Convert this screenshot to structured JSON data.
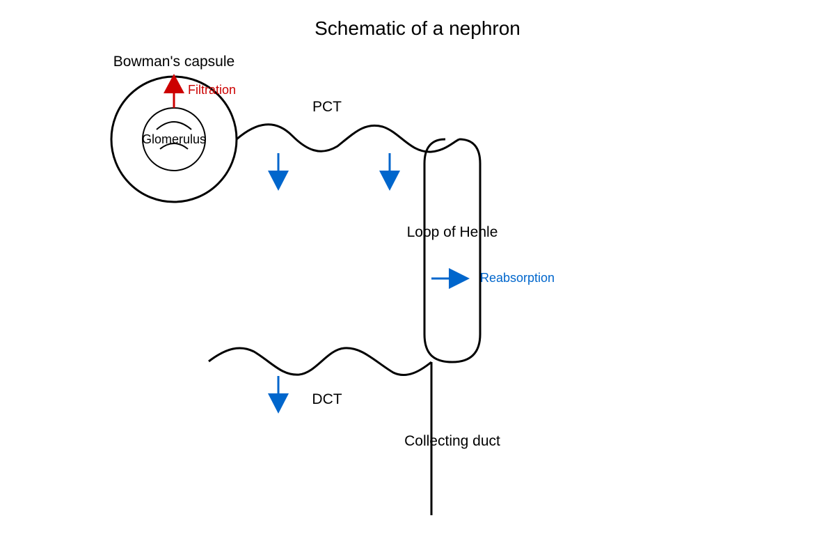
{
  "title": "Schematic of a nephron",
  "labels": {
    "bowmans_capsule": "Bowman's capsule",
    "glomerulus": "Glomerulus",
    "filtration": "Filtration",
    "pct": "PCT",
    "loop_of_henle": "Loop of Henle",
    "reabsorption": "Reabsorption",
    "dct": "DCT",
    "collecting_duct": "Collecting duct"
  },
  "colors": {
    "structure": "#000000",
    "filtration": "#cc0000",
    "reabsorption": "#0066cc",
    "background": "#ffffff"
  }
}
